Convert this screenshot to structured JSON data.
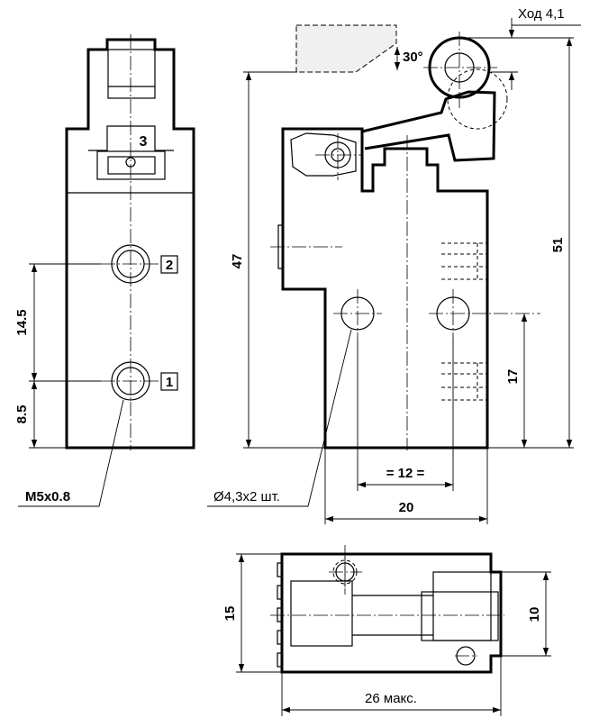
{
  "labels": {
    "port1": "1",
    "port2": "2",
    "port3": "3",
    "thread": "M5x0.8",
    "mount_holes": "Ø4,3x2 шт.",
    "stroke": "Ход 4,1",
    "angle": "30°"
  },
  "dimensions": {
    "d_14_5": "14.5",
    "d_8_5": "8.5",
    "d_47": "47",
    "d_51": "51",
    "d_17": "17",
    "d_12": "= 12 =",
    "d_20": "20",
    "d_15": "15",
    "d_10": "10",
    "d_26": "26 макс."
  }
}
